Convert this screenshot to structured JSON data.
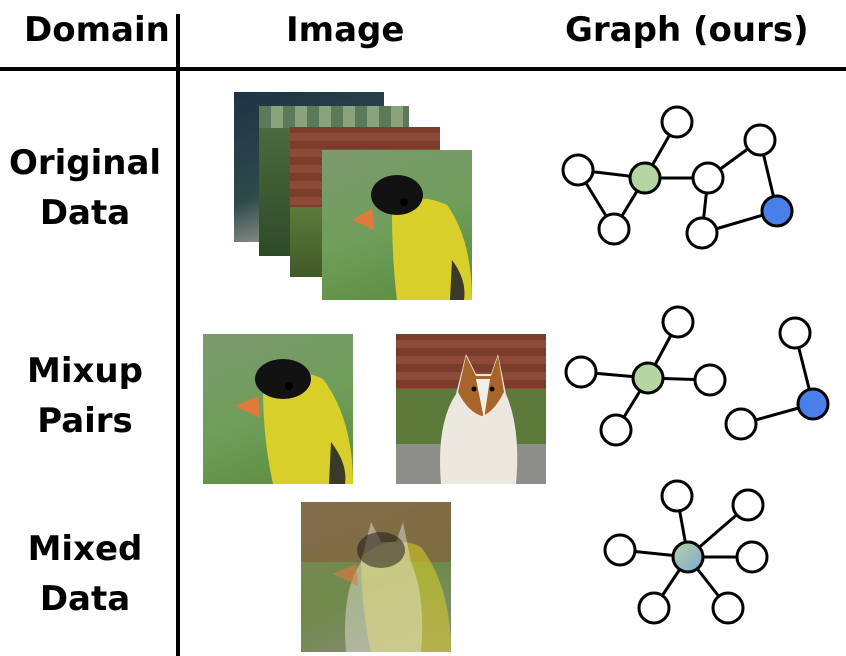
{
  "headers": {
    "domain": "Domain",
    "image": "Image",
    "graph": "Graph (ours)"
  },
  "rows": [
    {
      "label_line1": "Original",
      "label_line2": "Data"
    },
    {
      "label_line1": "Mixup",
      "label_line2": "Pairs"
    },
    {
      "label_line1": "Mixed",
      "label_line2": "Data"
    }
  ],
  "colors": {
    "node_default": "#ffffff",
    "node_green": "#b5d6a0",
    "node_blue": "#4a7ee8",
    "node_mixed_start": "#b5d6a0",
    "node_mixed_end": "#7ea4d8"
  }
}
